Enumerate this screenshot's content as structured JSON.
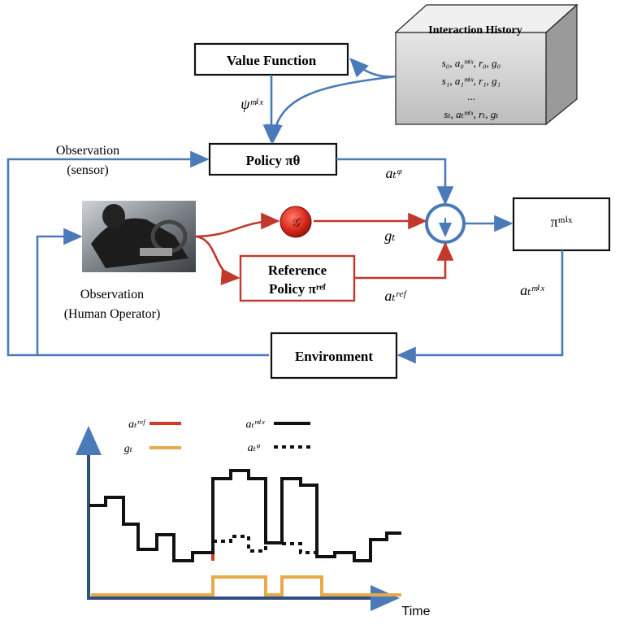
{
  "history": {
    "title": "Interaction History",
    "row0": "s₀, a₀ᵐⁱˣ, r₀, g₀",
    "row1": "s₁, a₁ᵐⁱˣ, r₁, g₁",
    "dots": "...",
    "row_t": "sₜ, aₜᵐⁱˣ, rₜ, gₜ"
  },
  "value_function": "Value Function",
  "psi_mix": "ψᵐⁱˣ",
  "policy": "Policy πθ",
  "obs_sensor_line1": "Observation",
  "obs_sensor_line2": "(sensor)",
  "a_theta": "aₜᵠ",
  "gate_symbol": "𝒢",
  "g_t": "gₜ",
  "ref_policy_line1": "Reference",
  "ref_policy_line2": "Policy  πʳᵉᶠ",
  "a_ref": "aₜʳᵉᶠ",
  "pi_mix": "πᵐⁱˣ",
  "a_mix": "aₜᵐⁱˣ",
  "obs_human_line1": "Observation",
  "obs_human_line2": "(Human Operator)",
  "environment": "Environment",
  "legend": {
    "a_ref": "aₜʳᵉᶠ",
    "g_t": "gₜ",
    "a_mix": "aₜᵐⁱˣ",
    "a_theta": "aₜᵠ"
  },
  "x_axis_label": "Time",
  "colors": {
    "blue": "#4a7ab8",
    "red": "#c0392b",
    "orange": "#e8a94a",
    "black": "#111111"
  },
  "chart_data": {
    "type": "line",
    "xlabel": "Time",
    "ylabel": "",
    "series": [
      {
        "name": "a_t^mix",
        "style": "solid black",
        "note": "piecewise-constant"
      },
      {
        "name": "a_t^ref",
        "style": "solid red"
      },
      {
        "name": "g_t",
        "style": "solid orange",
        "values_desc": "0 then 1 during two intervention intervals"
      },
      {
        "name": "a_t^theta",
        "style": "dotted black"
      }
    ]
  }
}
